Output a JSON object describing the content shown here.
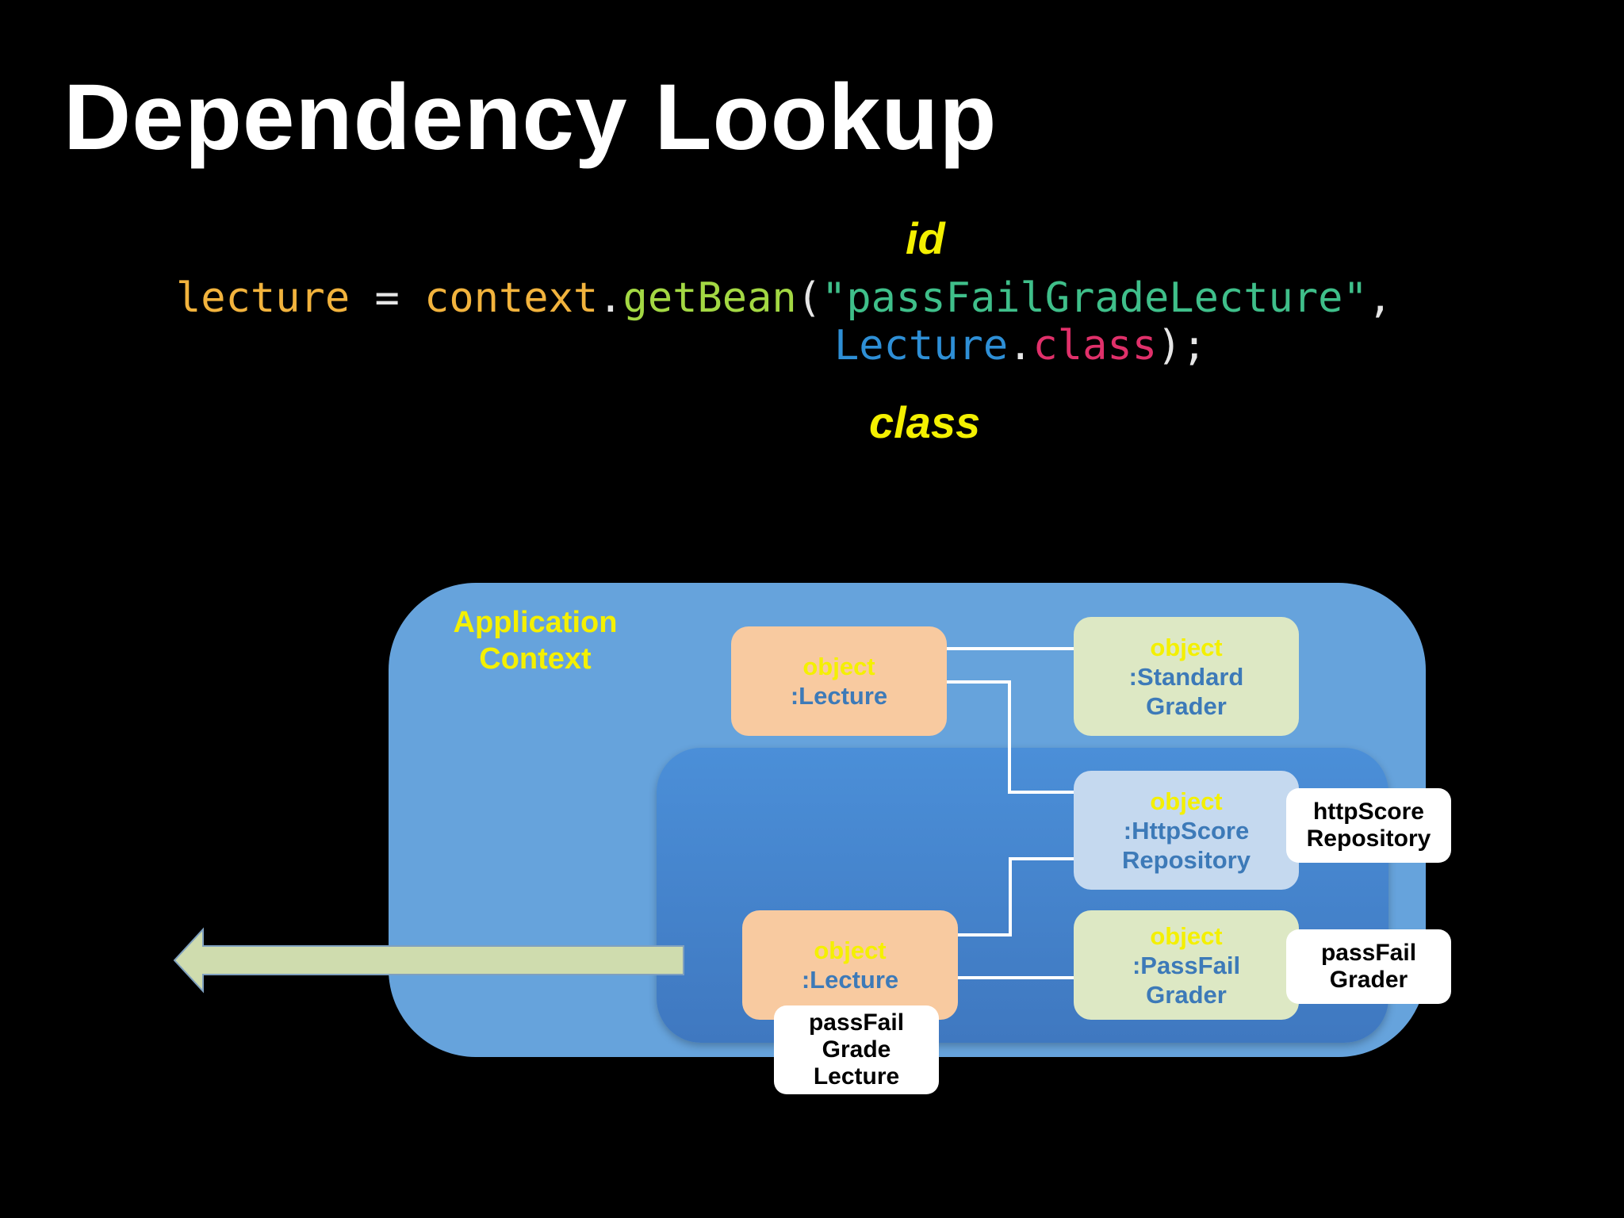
{
  "title": "Dependency Lookup",
  "annotations": {
    "id": "id",
    "class": "class"
  },
  "code": {
    "var": "lecture",
    "assign": " = ",
    "obj": "context",
    "dot1": ".",
    "method": "getBean",
    "open": "(",
    "arg_string": "\"passFailGradeLecture\"",
    "comma": ",",
    "class_name": "Lecture",
    "dot2": ".",
    "class_kw": "class",
    "close": ");"
  },
  "diagram": {
    "container_label_line1": "Application",
    "container_label_line2": "Context",
    "nodes": [
      {
        "id": "lecture-top",
        "keyword": "object",
        "name": ":Lecture"
      },
      {
        "id": "standard-grader",
        "keyword": "object",
        "name_line1": ":Standard",
        "name_line2": "Grader"
      },
      {
        "id": "http-score-repository",
        "keyword": "object",
        "name_line1": ":HttpScore",
        "name_line2": "Repository"
      },
      {
        "id": "lecture-bottom",
        "keyword": "object",
        "name": ":Lecture"
      },
      {
        "id": "pass-fail-grader",
        "keyword": "object",
        "name_line1": ":PassFail",
        "name_line2": "Grader"
      }
    ],
    "tags": {
      "http_line1": "httpScore",
      "http_line2": "Repository",
      "passfail_line1": "passFail",
      "passfail_line2": "Grader",
      "lecture_line1": "passFail",
      "lecture_line2": "Grade",
      "lecture_line3": "Lecture"
    }
  },
  "colors": {
    "background": "#000000",
    "app_context": "#66a3dc",
    "inner_context": "#4b8fd8",
    "lecture_node": "#f8caa0",
    "grader_node": "#dde8c4",
    "repository_node": "#c5d9ef",
    "arrow": "#cfdcae",
    "highlight_text": "#f4f000"
  }
}
